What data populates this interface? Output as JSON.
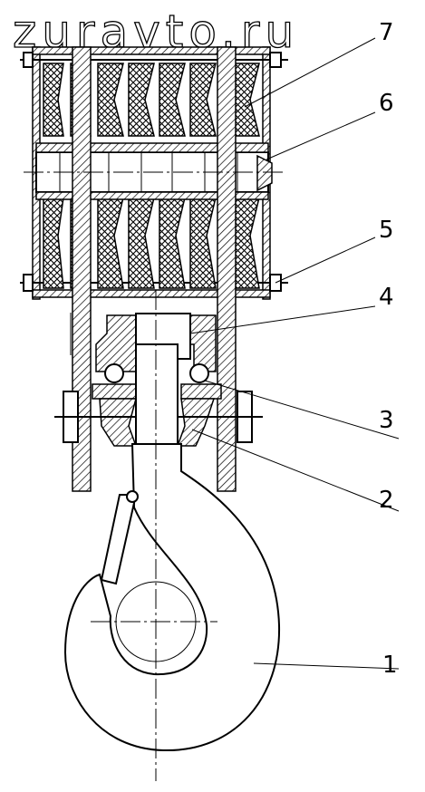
{
  "watermark": "zuravto.ru",
  "callouts": [
    {
      "id": "1",
      "label": "1"
    },
    {
      "id": "2",
      "label": "2"
    },
    {
      "id": "3",
      "label": "3"
    },
    {
      "id": "4",
      "label": "4"
    },
    {
      "id": "5",
      "label": "5"
    },
    {
      "id": "6",
      "label": "6"
    },
    {
      "id": "7",
      "label": "7"
    }
  ]
}
